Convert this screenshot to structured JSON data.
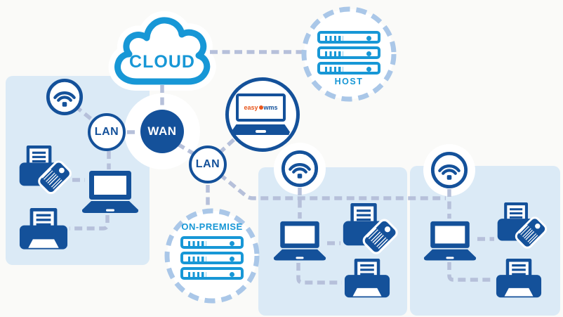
{
  "diagram": {
    "cloud_label": "CLOUD",
    "host_label": "HOST",
    "wan_label": "WAN",
    "lan_left_label": "LAN",
    "lan_right_label": "LAN",
    "on_premise_label": "ON-PREMISE",
    "wms_logo": {
      "easy": "easy",
      "wms": "wms"
    },
    "colors": {
      "bright_blue": "#1797D6",
      "navy": "#14519A",
      "connector_dash": "#B6C0DA",
      "ring_dash": "#AAC7E8",
      "panel_blue": "#DBEAF6",
      "background": "#FAFAF8",
      "logo_orange": "#E8561C"
    }
  }
}
